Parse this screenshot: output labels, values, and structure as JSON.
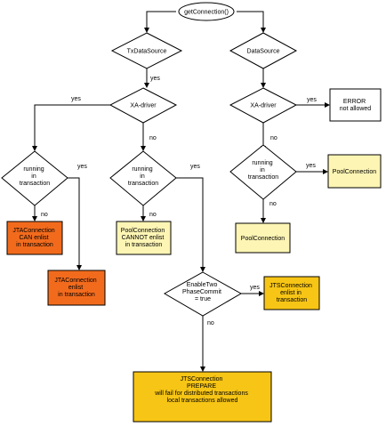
{
  "colors": {
    "start_fill": "#ffffff",
    "decision_fill": "#ffffff",
    "orange": "#f26b1d",
    "gold": "#f7c515",
    "pale_yellow": "#fdf5b4",
    "white_box": "#ffffff"
  },
  "nodes": {
    "start": {
      "lines": [
        "getConnection()"
      ]
    },
    "tx_datasource": {
      "lines": [
        "TxDataSource"
      ]
    },
    "datasource": {
      "lines": [
        "DataSource"
      ]
    },
    "xa_left": {
      "lines": [
        "XA-driver"
      ]
    },
    "xa_right": {
      "lines": [
        "XA-driver"
      ]
    },
    "running_a": {
      "lines": [
        "running",
        "in",
        "transaction"
      ]
    },
    "running_b": {
      "lines": [
        "running",
        "in",
        "transaction"
      ]
    },
    "running_c": {
      "lines": [
        "running",
        "in",
        "transaction"
      ]
    },
    "error": {
      "lines": [
        "ERROR",
        "not allowed"
      ]
    },
    "pool_right_yes": {
      "lines": [
        "PoolConnection"
      ]
    },
    "pool_right_no": {
      "lines": [
        "PoolConnection"
      ]
    },
    "jta_can": {
      "lines": [
        "JTAConnection",
        "CAN enlist",
        "in transaction"
      ]
    },
    "jta_enlist": {
      "lines": [
        "JTAConnection",
        "enlist",
        "in transaction"
      ]
    },
    "pool_cannot": {
      "lines": [
        "PoolConnection",
        "CANNOT enlist",
        "in transaction"
      ]
    },
    "enable_2pc": {
      "lines": [
        "EnableTwo",
        "PhaseCommit",
        "= true"
      ]
    },
    "jts_enlist": {
      "lines": [
        "JTSConnection",
        "enlist  in",
        "transaction"
      ]
    },
    "jts_prepare": {
      "lines": [
        "JTSConnection",
        "PREPARE",
        "will fail for distributed transactions",
        "",
        "local transactions allowed"
      ]
    }
  },
  "edge_labels": {
    "tx_yes": "yes",
    "xa_left_yes": "yes",
    "xa_left_no": "no",
    "xa_right_yes": "yes",
    "xa_right_no": "no",
    "running_a_yes": "yes",
    "running_a_no": "no",
    "running_b_yes": "yes",
    "running_b_no": "no",
    "running_c_yes": "yes",
    "running_c_no": "no",
    "enable_yes": "yes",
    "enable_no": "no"
  }
}
